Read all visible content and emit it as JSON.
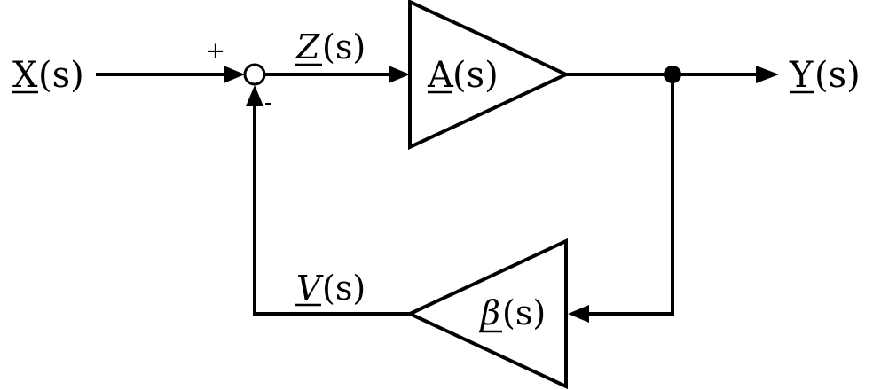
{
  "diagram": {
    "input": {
      "letter": "X",
      "arg": "(s)"
    },
    "output": {
      "letter": "Y",
      "arg": "(s)"
    },
    "error_signal": {
      "letter": "Z",
      "arg": "(s)"
    },
    "feedback_signal": {
      "letter": "V",
      "arg": "(s)"
    },
    "forward_block": {
      "letter": "A",
      "arg": "(s)"
    },
    "feedback_block": {
      "letter": "β",
      "arg": "(s)"
    },
    "summing_junction": {
      "plus_sign": "+",
      "minus_sign": "-"
    }
  }
}
